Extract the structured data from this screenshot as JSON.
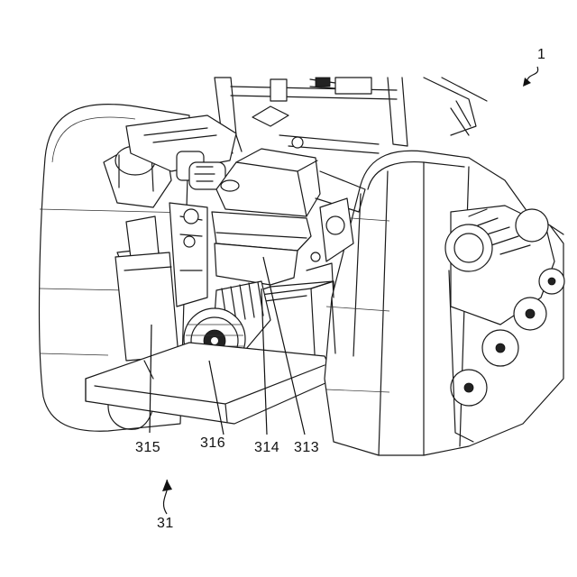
{
  "figure": {
    "labels": {
      "ref_1": "1",
      "ref_31": "31",
      "ref_313": "313",
      "ref_314": "314",
      "ref_315": "315",
      "ref_316": "316"
    }
  }
}
